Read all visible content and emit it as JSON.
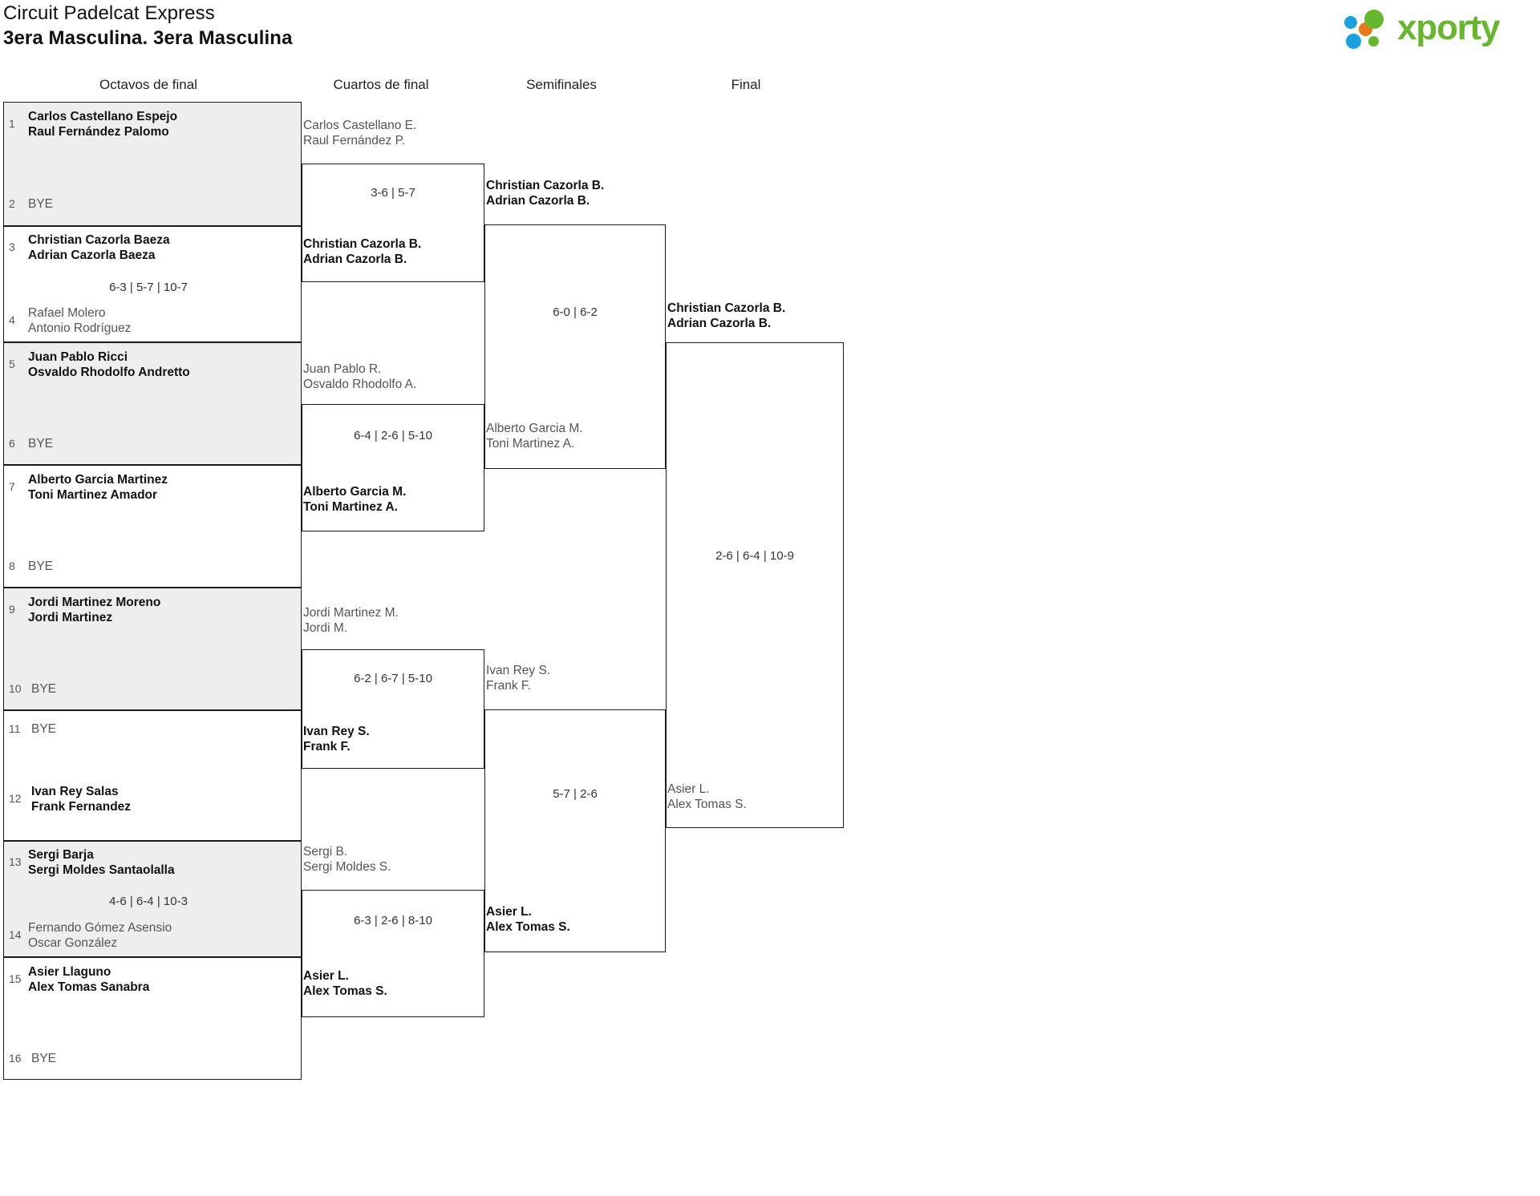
{
  "header": {
    "tournament_name": "Circuit Padelcat Express",
    "category": "3era Masculina. 3era Masculina",
    "logo_text": "xporty",
    "logo_colors": {
      "green": "#67b62e",
      "blue": "#1ba0e2",
      "orange": "#e8781a"
    }
  },
  "rounds": [
    {
      "id": "r16",
      "label": "Octavos de final"
    },
    {
      "id": "qf",
      "label": "Cuartos de final"
    },
    {
      "id": "sf",
      "label": "Semifinales"
    },
    {
      "id": "f",
      "label": "Final"
    }
  ],
  "round1": {
    "entries": [
      {
        "seed": "1",
        "line1": "Carlos Castellano Espejo",
        "line2": "Raul Fernández Palomo",
        "state": "win"
      },
      {
        "seed": "2",
        "line1": "BYE",
        "line2": "",
        "state": "bye"
      },
      {
        "seed": "3",
        "line1": "Christian Cazorla Baeza",
        "line2": "Adrian Cazorla Baeza",
        "state": "win"
      },
      {
        "seed": "4",
        "line1": "Rafael Molero",
        "line2": "Antonio Rodríguez",
        "state": "lose"
      },
      {
        "seed": "5",
        "line1": "Juan Pablo Ricci",
        "line2": "Osvaldo Rhodolfo Andretto",
        "state": "win"
      },
      {
        "seed": "6",
        "line1": "BYE",
        "line2": "",
        "state": "bye"
      },
      {
        "seed": "7",
        "line1": "Alberto Garcia Martinez",
        "line2": "Toni Martinez Amador",
        "state": "win"
      },
      {
        "seed": "8",
        "line1": "BYE",
        "line2": "",
        "state": "bye"
      },
      {
        "seed": "9",
        "line1": "Jordi Martinez Moreno",
        "line2": "Jordi Martinez",
        "state": "win"
      },
      {
        "seed": "10",
        "line1": "BYE",
        "line2": "",
        "state": "bye"
      },
      {
        "seed": "11",
        "line1": "BYE",
        "line2": "",
        "state": "bye"
      },
      {
        "seed": "12",
        "line1": "Ivan Rey Salas",
        "line2": "Frank Fernandez",
        "state": "win"
      },
      {
        "seed": "13",
        "line1": "Sergi Barja",
        "line2": "Sergi Moldes Santaolalla",
        "state": "win"
      },
      {
        "seed": "14",
        "line1": "Fernando Gómez Asensio",
        "line2": "Oscar González",
        "state": "lose"
      },
      {
        "seed": "15",
        "line1": "Asier Llaguno",
        "line2": "Alex Tomas Sanabra",
        "state": "win"
      },
      {
        "seed": "16",
        "line1": "BYE",
        "line2": "",
        "state": "bye"
      }
    ],
    "scores": [
      {
        "match": 2,
        "value": "6-3 | 5-7 | 10-7"
      },
      {
        "match": 7,
        "value": "4-6 | 6-4 | 10-3"
      }
    ]
  },
  "quarterfinals": [
    {
      "top": {
        "line1": "Carlos Castellano E.",
        "line2": "Raul Fernández P.",
        "state": "lose"
      },
      "bottom": {
        "line1": "Christian Cazorla B.",
        "line2": "Adrian Cazorla B.",
        "state": "win"
      },
      "score": "3-6 | 5-7"
    },
    {
      "top": {
        "line1": "Juan Pablo R.",
        "line2": "Osvaldo Rhodolfo A.",
        "state": "lose"
      },
      "bottom": {
        "line1": "Alberto Garcia M.",
        "line2": "Toni Martinez A.",
        "state": "win"
      },
      "score": "6-4 | 2-6 | 5-10"
    },
    {
      "top": {
        "line1": "Jordi Martinez M.",
        "line2": "Jordi M.",
        "state": "lose"
      },
      "bottom": {
        "line1": "Ivan Rey S.",
        "line2": "Frank F.",
        "state": "win"
      },
      "score": "6-2 | 6-7 | 5-10"
    },
    {
      "top": {
        "line1": "Sergi B.",
        "line2": "Sergi Moldes S.",
        "state": "lose"
      },
      "bottom": {
        "line1": "Asier L.",
        "line2": "Alex Tomas S.",
        "state": "win"
      },
      "score": "6-3 | 2-6 | 8-10"
    }
  ],
  "semifinals": [
    {
      "top": {
        "line1": "Christian Cazorla B.",
        "line2": "Adrian Cazorla B.",
        "state": "win"
      },
      "bottom": {
        "line1": "Alberto Garcia M.",
        "line2": "Toni Martinez A.",
        "state": "lose"
      },
      "score": "6-0 | 6-2"
    },
    {
      "top": {
        "line1": "Ivan Rey S.",
        "line2": "Frank F.",
        "state": "lose"
      },
      "bottom": {
        "line1": "Asier L.",
        "line2": "Alex Tomas S.",
        "state": "win"
      },
      "score": "5-7 | 2-6"
    }
  ],
  "final": {
    "top": {
      "line1": "Christian Cazorla B.",
      "line2": "Adrian Cazorla B.",
      "state": "win"
    },
    "bottom": {
      "line1": "Asier L.",
      "line2": "Alex Tomas S.",
      "state": "lose"
    },
    "score": "2-6 | 6-4 | 10-9"
  }
}
